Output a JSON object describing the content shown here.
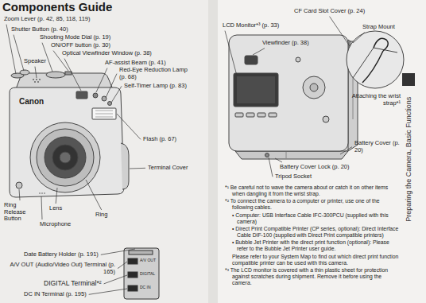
{
  "diagram": {
    "title": "Components Guide",
    "labels": [
      "Zoom Lever (p. 42, 85, 118, 119)",
      "Shutter Button (p. 40)",
      "Shooting Mode Dial (p. 19)",
      "ON/OFF button (p. 30)",
      "Optical Viewfinder Window (p. 38)",
      "Speaker",
      "AF-assist Beam (p. 41)",
      "Red-Eye Reduction Lamp (p. 68)",
      "Self-Timer Lamp (p. 83)",
      "Flash (p. 67)",
      "Terminal Cover",
      "Ring Release Button",
      "Lens",
      "Ring",
      "Microphone",
      "Canon",
      "Date Battery Holder (p. 191)",
      "A/V OUT (Audio/Video Out) Terminal (p. 165)",
      "DIGITAL Terminal*²",
      "DC IN Terminal (p. 195)",
      "CF Card Slot Cover (p. 24)",
      "LCD Monitor*³ (p. 33)",
      "Strap Mount",
      "Viewfinder (p. 38)",
      "Attaching the wrist strap*¹",
      "Battery Cover (p. 20)",
      "Battery Cover Lock (p. 20)",
      "Tripod Socket",
      "*¹ Be careful not to wave the camera about or catch it on other items when dangling it from the wrist strap.",
      "*² To connect the camera to a computer or printer, use one of the following cables.",
      "• Computer: USB Interface Cable IFC-300PCU (supplied with this camera)",
      "• Direct Print Compatible Printer (CP series, optional): Direct Interface Cable DIF-100 (supplied with Direct Print compatible printers)",
      "• Bubble Jet Printer with the direct print function (optional): Please refer to the Bubble Jet Printer user guide.",
      "Please refer to your System Map to find out which direct print function compatible printer can be used with this camera.",
      "*³ The LCD monitor is covered with a thin plastic sheet for protection against scratches during shipment. Remove it before using the camera.",
      "Preparing the Camera, Basic Functions",
      "A/V OUT",
      "DIGITAL",
      "DC IN"
    ]
  }
}
